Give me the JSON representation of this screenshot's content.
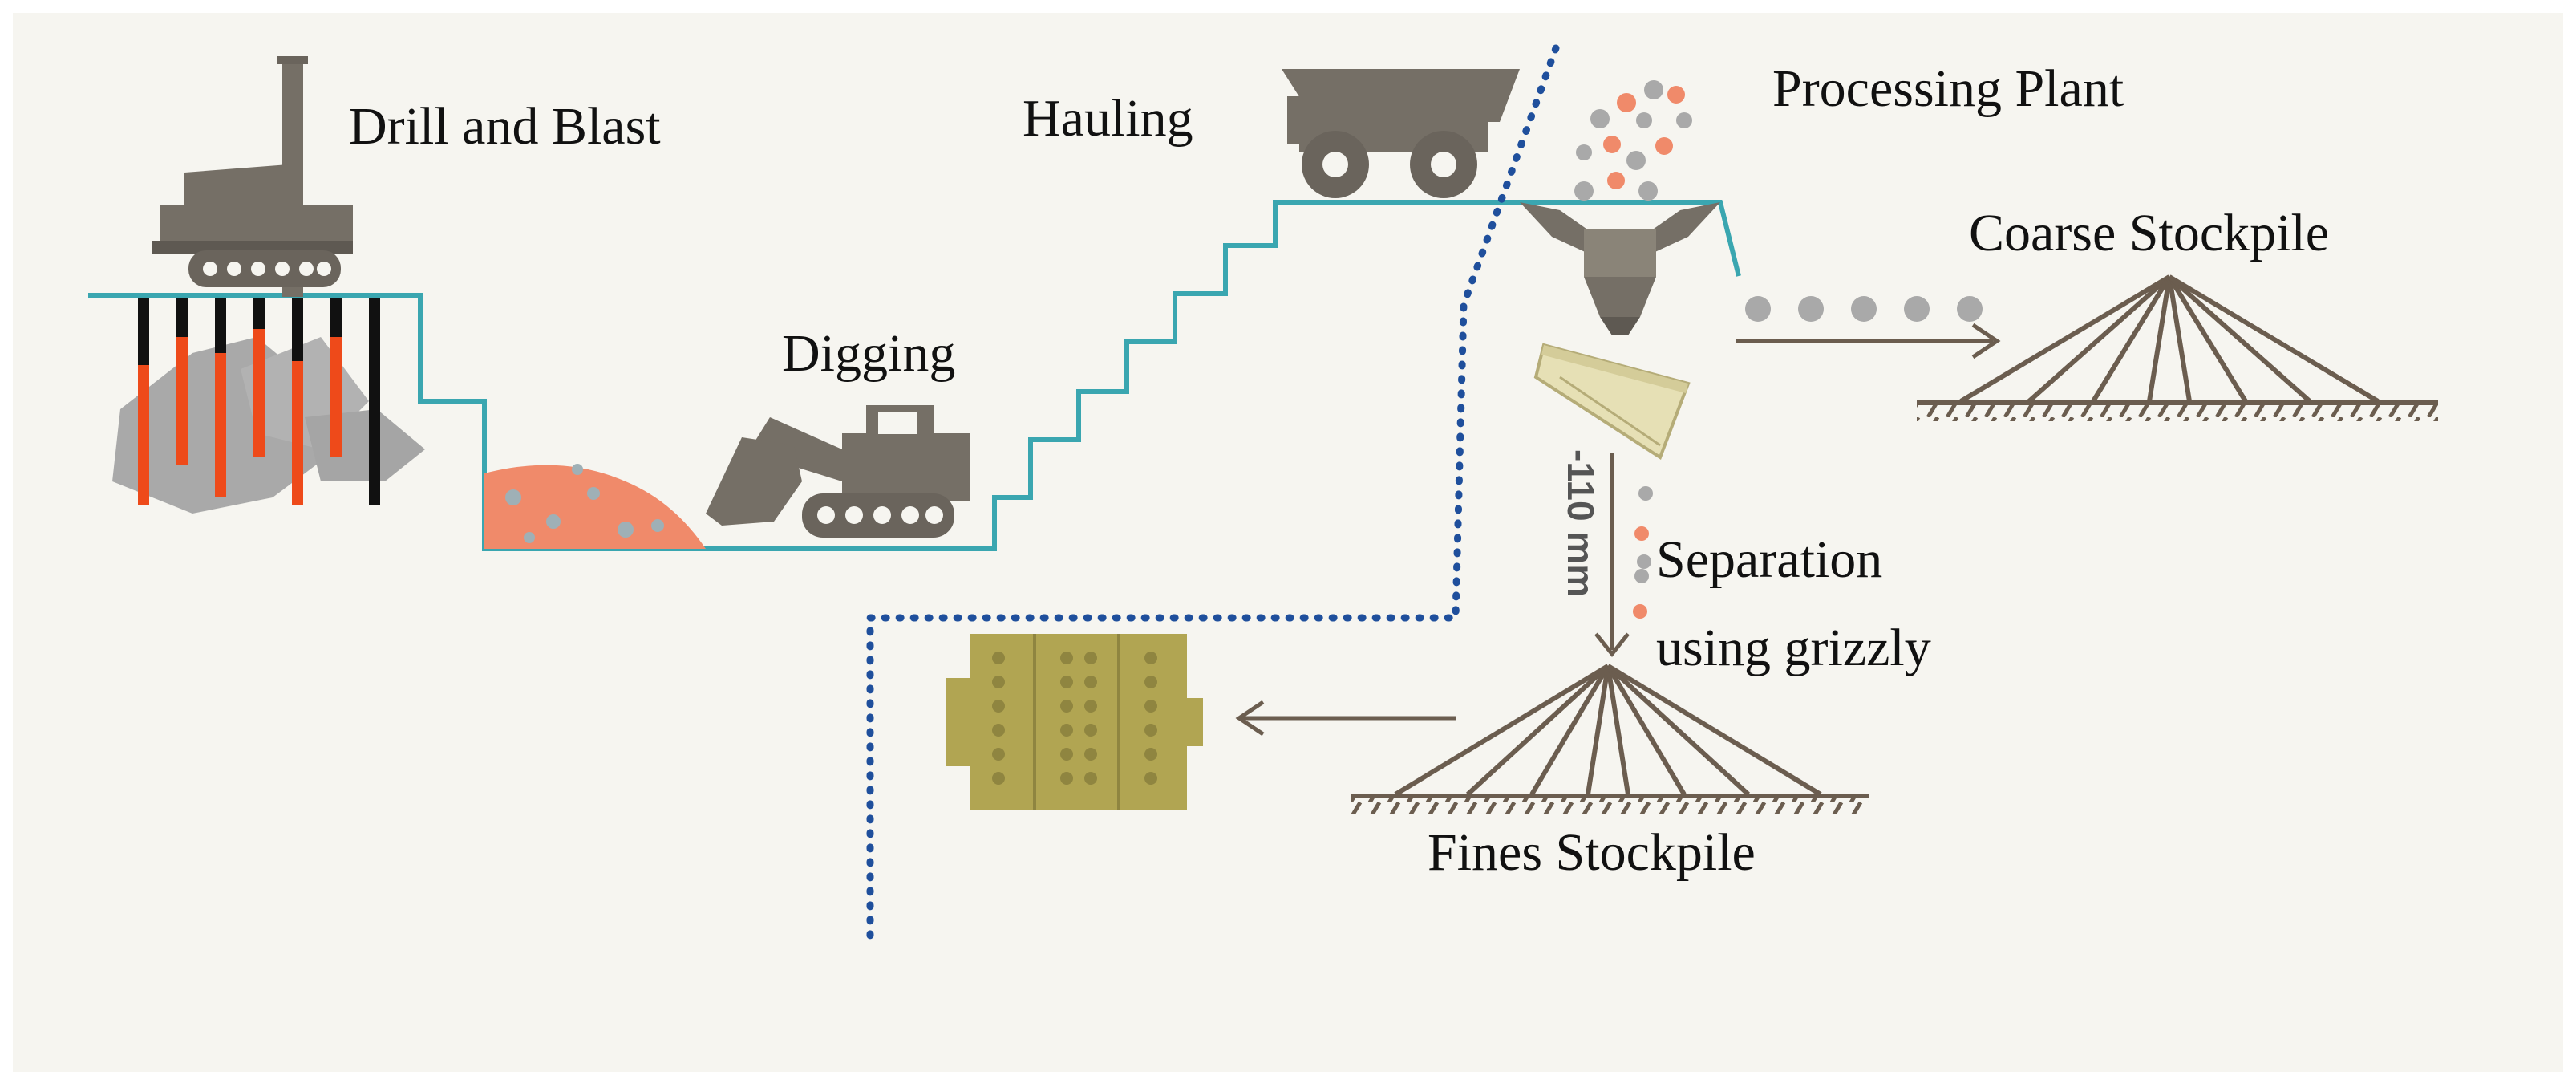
{
  "diagram": {
    "labels": {
      "drill_blast": "Drill and Blast",
      "digging": "Digging",
      "hauling": "Hauling",
      "processing_plant": "Processing Plant",
      "coarse_stockpile": "Coarse Stockpile",
      "separation_line1": "Separation",
      "separation_line2": "using grizzly",
      "fines_stockpile": "Fines Stockpile",
      "size_cut": "-110 mm"
    },
    "colors": {
      "background": "#f6f5f0",
      "pit_outline": "#3aa6b0",
      "boundary_dots": "#1f4f9c",
      "equipment": "#756f66",
      "drill_hole_charge": "#ee4a1a",
      "rock": "#a9a9a9",
      "ore_pile": "#f08a6a",
      "conveyor_stockpile": "#6b5d4f",
      "mill": "#b1a552",
      "screen": "#e6e0b5"
    }
  }
}
